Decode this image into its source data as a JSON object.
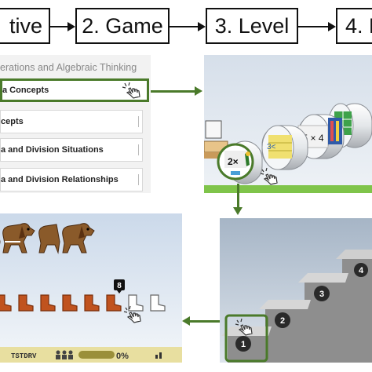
{
  "steps": [
    {
      "label": "tive"
    },
    {
      "label": "2. Game"
    },
    {
      "label": "3. Level"
    },
    {
      "label": "4. P"
    }
  ],
  "objective_panel": {
    "header": "erations and Algebraic Thinking",
    "rows": [
      {
        "label": "a Concepts"
      },
      {
        "label": "cepts"
      },
      {
        "label": "a and Division Situations"
      },
      {
        "label": "a and Division Relationships"
      }
    ]
  },
  "game_panel": {
    "tiles": [
      {
        "label": "2×"
      },
      {
        "label": "3<"
      },
      {
        "label": "5 × 4"
      }
    ]
  },
  "play_panel": {
    "selected_number": "8",
    "filled_boots": 6,
    "empty_boots": 2,
    "status_left": "TSTDRV",
    "status_percent": "0%"
  },
  "level_panel": {
    "levels": [
      "1",
      "2",
      "3",
      "4"
    ]
  },
  "colors": {
    "highlight_green": "#4a7a2a",
    "boot": "#c0531f",
    "grass": "#7fc44a"
  }
}
